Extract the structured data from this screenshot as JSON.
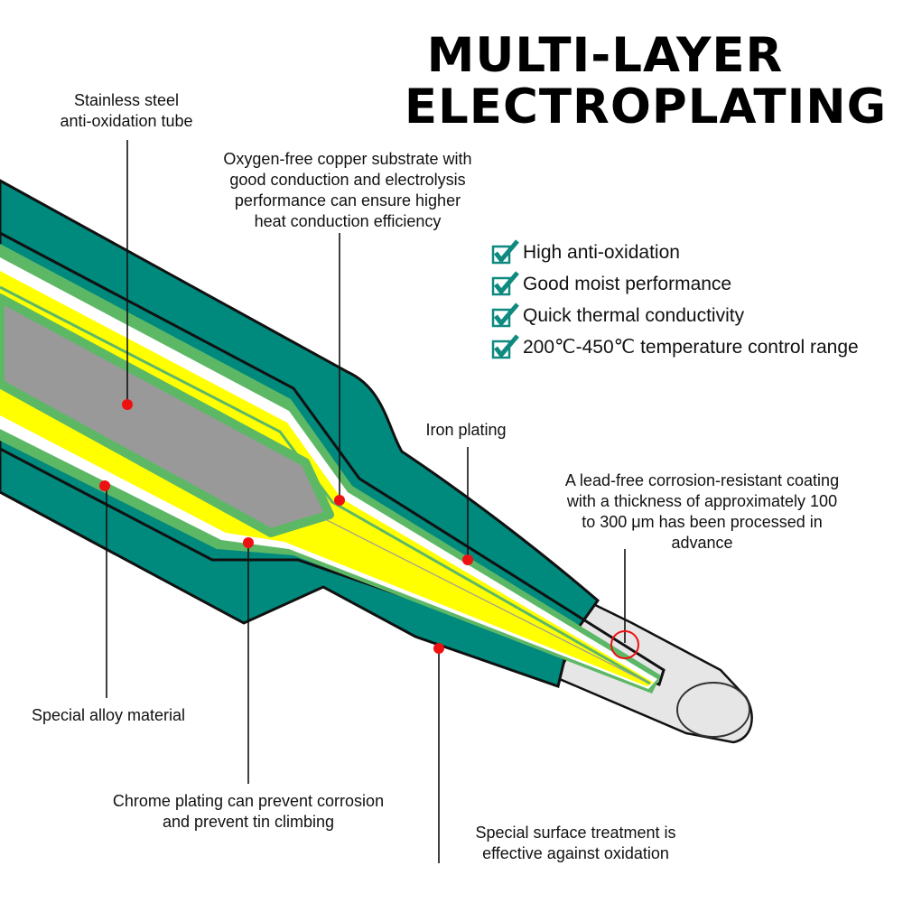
{
  "title": {
    "line1": "MULTI-LAYER",
    "line2": "ELECTROPLATING"
  },
  "features": [
    {
      "text": "High anti-oxidation",
      "icon": "check-icon"
    },
    {
      "text": "Good moist performance",
      "icon": "check-icon"
    },
    {
      "text": "Quick thermal conductivity",
      "icon": "check-icon"
    },
    {
      "text": "200℃-450℃ temperature control range",
      "icon": "check-icon"
    }
  ],
  "labels": {
    "stainless_tube": [
      "Stainless steel",
      "anti-oxidation tube"
    ],
    "copper_substrate": [
      "Oxygen-free copper substrate with",
      "good conduction and electrolysis",
      "performance can ensure higher",
      "heat conduction efficiency"
    ],
    "iron_plating": [
      "Iron plating"
    ],
    "lead_free_coating": [
      "A lead-free corrosion-resistant coating",
      "with a thickness of approximately 100",
      "to 300 μm has been processed in",
      "advance"
    ],
    "special_alloy": [
      "Special alloy material"
    ],
    "chrome_plating": [
      "Chrome plating can prevent corrosion",
      "and prevent tin climbing"
    ],
    "surface_treatment": [
      "Special surface treatment is",
      "effective against oxidation"
    ]
  },
  "colors": {
    "outer_teal": "#008a7e",
    "light_green": "#5db866",
    "copper_yellow": "#ffff00",
    "core_gray": "#999999",
    "tip_silver": "#e6e6e6",
    "marker_red": "#ee1111",
    "check_teal": "#0f8a80"
  }
}
